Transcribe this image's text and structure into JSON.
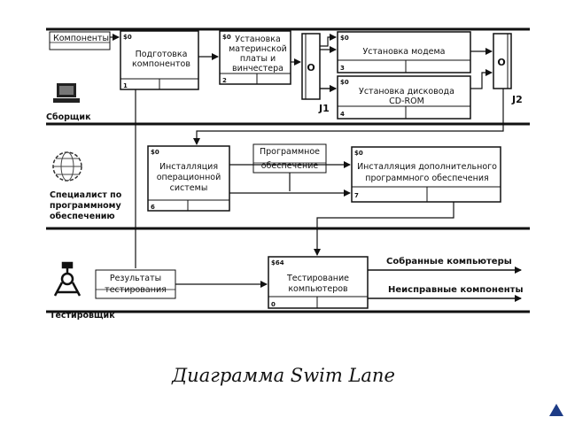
{
  "diagram": {
    "actors": {
      "assembler": {
        "label": "Сборщик",
        "icon": "computer-icon"
      },
      "software_specialist": {
        "lines": [
          "Специалист по",
          "программному",
          "обеспечению"
        ],
        "icon": "globe-icon"
      },
      "tester": {
        "label": "Тестировщик",
        "icon": "tester-icon"
      }
    },
    "inputs": {
      "components": "Компоненты",
      "software": [
        "Программное",
        "обеспечение"
      ],
      "test_results": [
        "Результаты",
        "тестирования"
      ]
    },
    "activities": {
      "prep": {
        "lines": [
          "Подготовка",
          "компонентов"
        ],
        "cost": "$0",
        "num": "1"
      },
      "mobo": {
        "lines": [
          "Установка",
          "материнской",
          "платы и",
          "винчестера"
        ],
        "cost": "$0",
        "num": "2"
      },
      "modem": {
        "lines": [
          "Установка модема"
        ],
        "cost": "$0",
        "num": "3"
      },
      "cdrom": {
        "lines": [
          "Установка дисковода",
          "CD-ROM"
        ],
        "cost": "$0",
        "num": "4"
      },
      "os": {
        "lines": [
          "Инсталляция",
          "операционной",
          "системы"
        ],
        "cost": "$0",
        "num": "6"
      },
      "extra": {
        "lines": [
          "Инсталляция дополнительного",
          "программного обеспечения"
        ],
        "cost": "$0",
        "num": "7"
      },
      "test": {
        "lines": [
          "Тестирование",
          "компьютеров"
        ],
        "cost": "$64",
        "num": "0"
      }
    },
    "junctions": {
      "j1": {
        "symbol": "O",
        "label": "J1"
      },
      "j2": {
        "symbol": "O",
        "label": "J2"
      }
    },
    "outputs": {
      "assembled": "Собранные компьютеры",
      "defective": "Неисправные компоненты"
    }
  },
  "caption": "Диаграмма Swim Lane",
  "colors": {
    "line": "#111111",
    "nav": "#1d3b86"
  }
}
